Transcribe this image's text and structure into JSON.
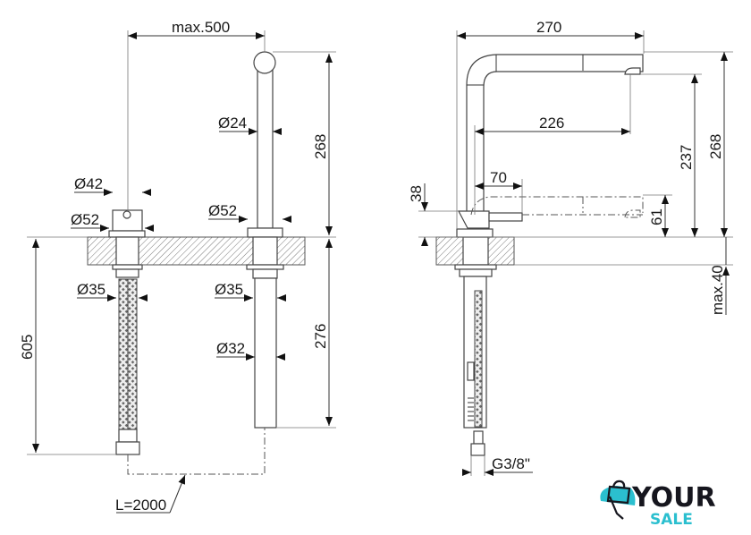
{
  "left_view": {
    "width_label": "max.500",
    "spout_diameter": "Ø24",
    "handle_diameter": "Ø42",
    "handle_base_diameter": "Ø52",
    "spout_base_diameter": "Ø52",
    "hose_fitting_diameter": "Ø35",
    "shank_fitting_diameter": "Ø35",
    "shank_diameter": "Ø32",
    "height_above": "268",
    "depth_below": "276",
    "total_hose_height": "605",
    "hose_length": "L=2000"
  },
  "right_view": {
    "reach_total": "270",
    "reach_outlet": "226",
    "lever_length": "70",
    "lever_height": "38",
    "pulled_height": "61",
    "outlet_height": "237",
    "total_height": "268",
    "max_counter": "max.40",
    "connection": "G3/8\""
  },
  "logo": {
    "line1": "YOUR",
    "line2": "SALE",
    "colors": {
      "dark": "#16161e",
      "accent": "#2bbfcf"
    }
  }
}
